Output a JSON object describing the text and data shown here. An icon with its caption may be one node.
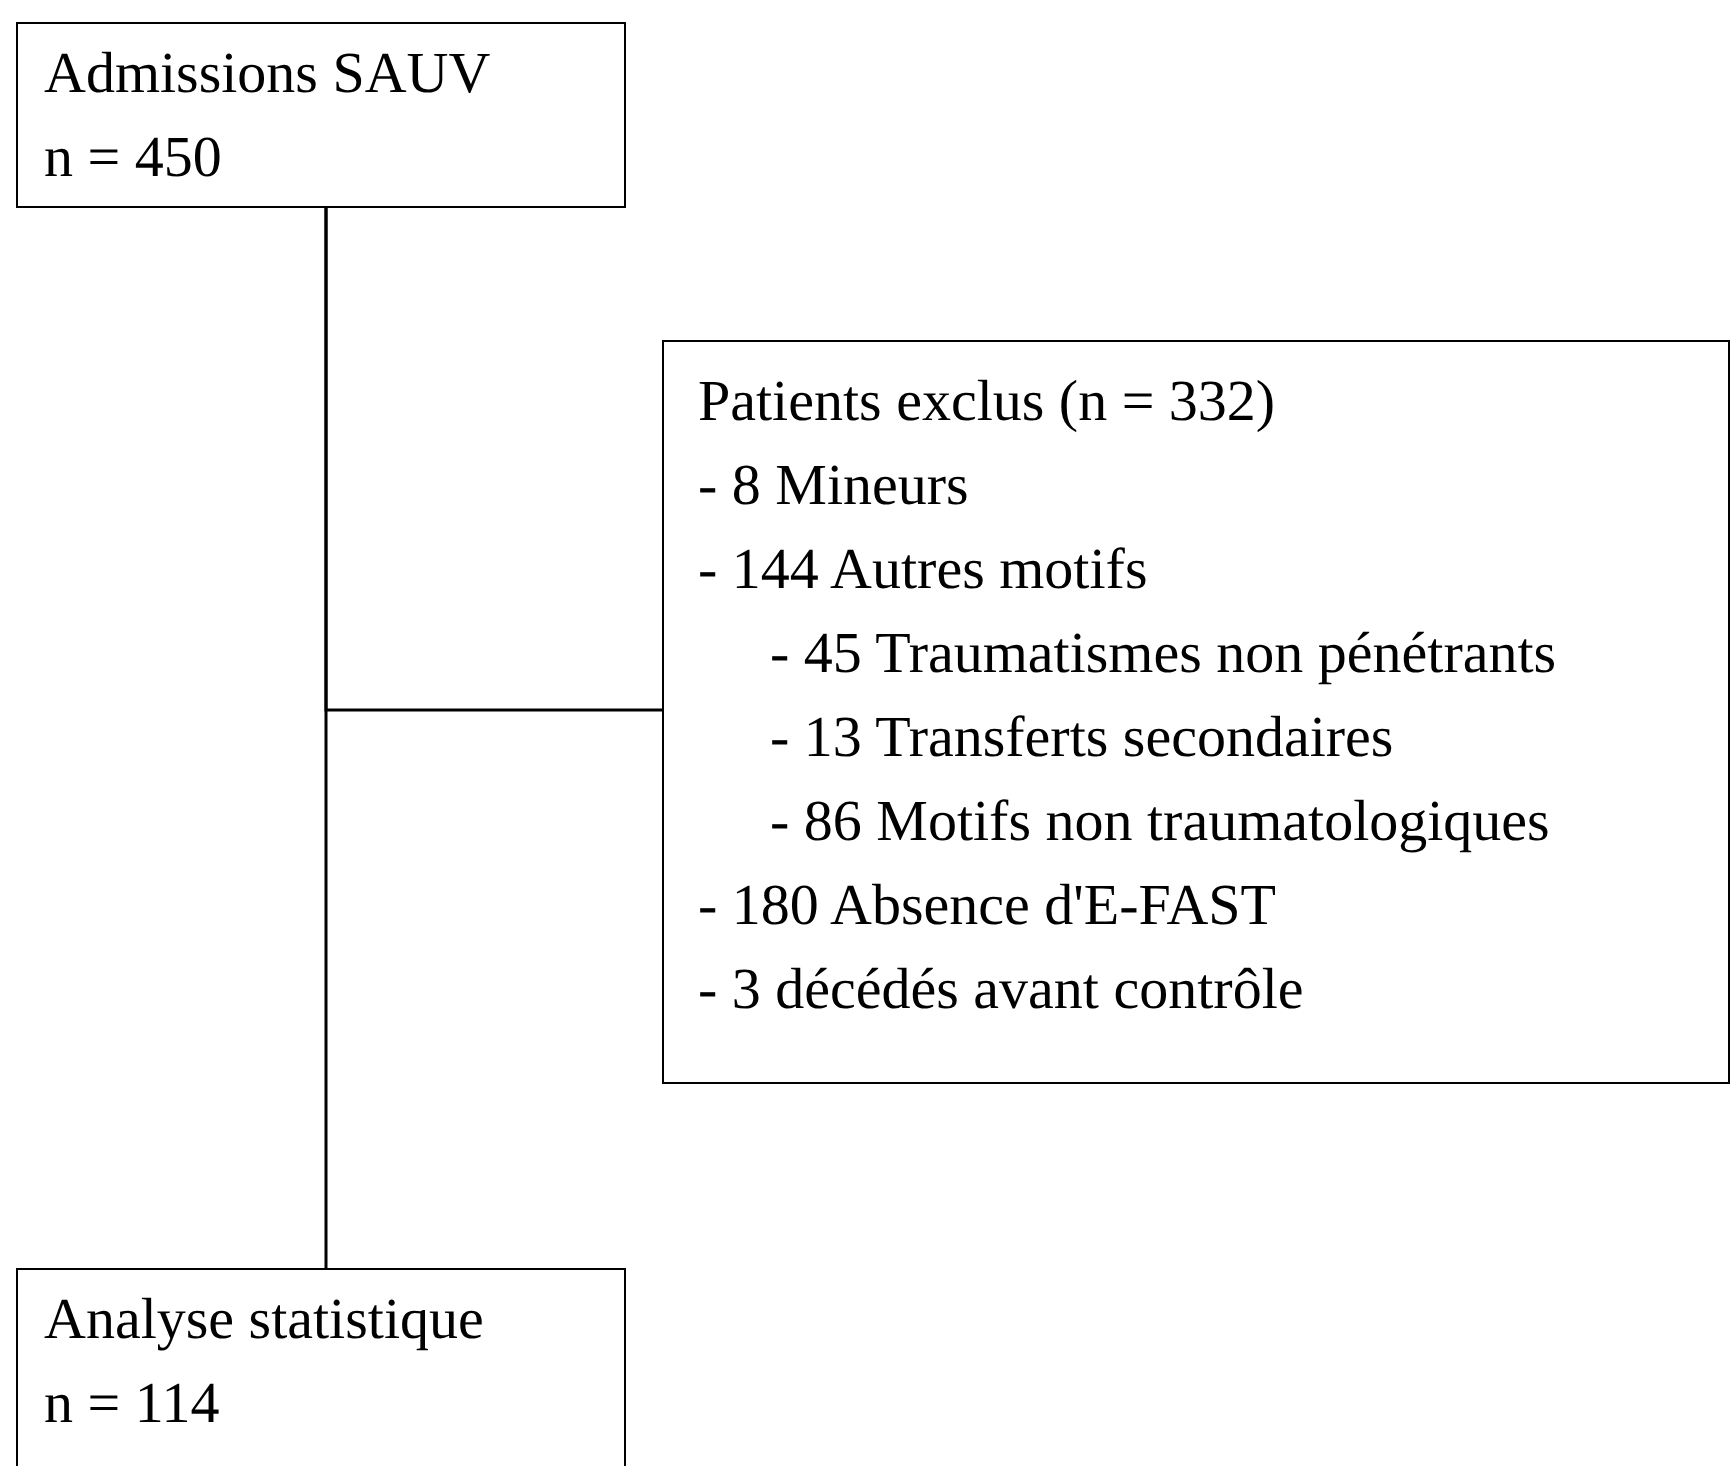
{
  "diagram": {
    "nodes": [
      {
        "text": [
          "Admissions SAUV",
          "n = 450"
        ]
      },
      {
        "text": [
          "Patients exclus (n = 332)",
          "- 8 Mineurs",
          "- 144 Autres motifs",
          "- 45 Traumatismes non pénétrants",
          "- 13 Transferts secondaires",
          "- 86 Motifs non traumatologiques",
          "- 180 Absence d'E-FAST",
          "- 3 décédés avant contrôle"
        ]
      },
      {
        "text": [
          "Analyse statistique",
          "n = 114"
        ]
      }
    ],
    "edges": [
      {
        "from": 0,
        "to": 1,
        "arrow": "none"
      },
      {
        "from": 0,
        "to": 2,
        "arrow": "none"
      }
    ]
  }
}
